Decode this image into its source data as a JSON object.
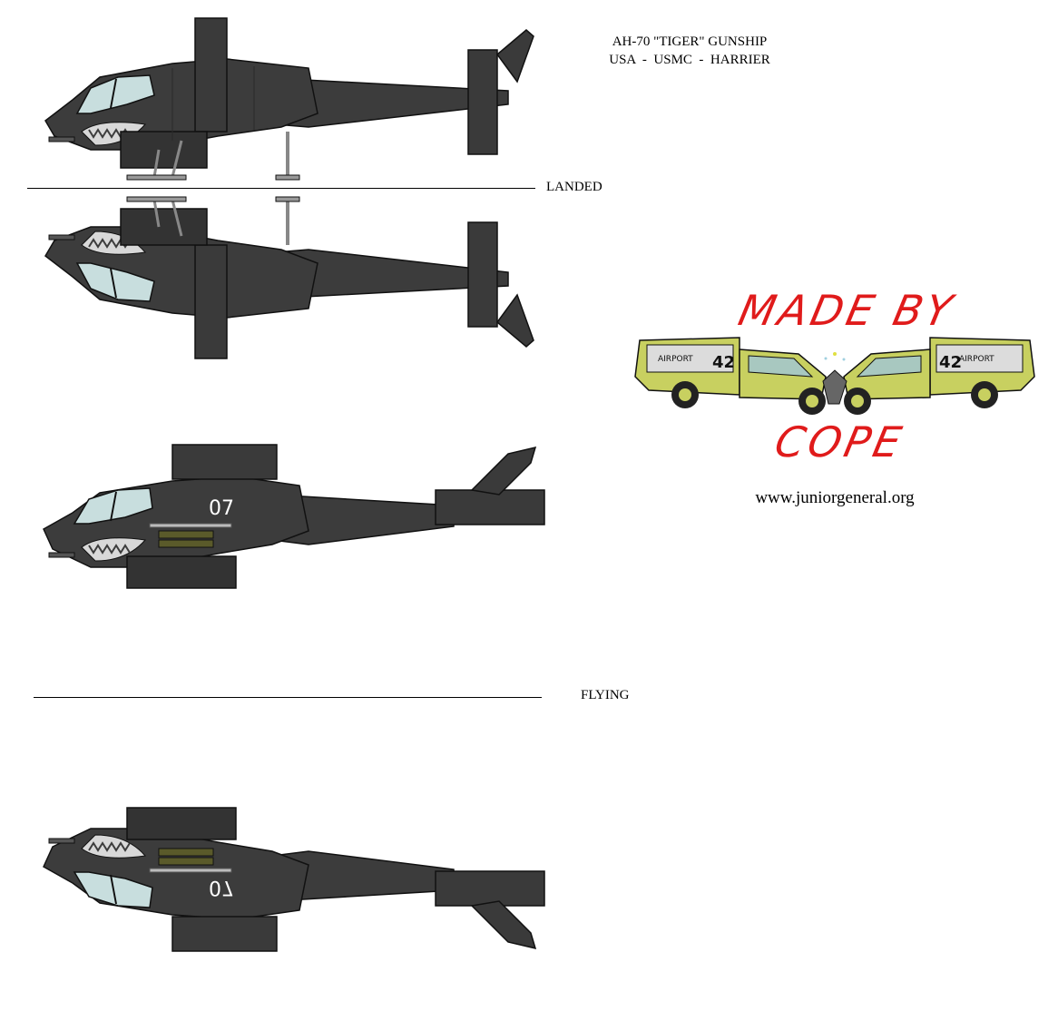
{
  "header": {
    "title_line1": "AH-70 \"TIGER\" GUNSHIP",
    "title_line2": "USA  -  USMC  -  HARRIER"
  },
  "sections": {
    "landed_label": "LANDED",
    "flying_label": "FLYING"
  },
  "helicopters": [
    {
      "view": "landed-top",
      "marking": ""
    },
    {
      "view": "landed-bottom-mirrored",
      "marking": ""
    },
    {
      "view": "flying-top",
      "marking": "07"
    },
    {
      "view": "flying-bottom-mirrored",
      "marking": "07"
    }
  ],
  "credit": {
    "made_by": "MADE BY",
    "author": "COPE",
    "vehicle_text_left": "AIRPORT",
    "vehicle_number_left": "42",
    "vehicle_text_right": "AIRPORT",
    "vehicle_number_right": "42",
    "url": "www.juniorgeneral.org"
  },
  "colors": {
    "hull": "#3c3c3c",
    "hull_dark": "#2a2a2a",
    "outline": "#111111",
    "teeth": "#d8d8d8",
    "canopy": "#c8dede",
    "truck": "#c8d060",
    "red_text": "#e01b1b"
  }
}
